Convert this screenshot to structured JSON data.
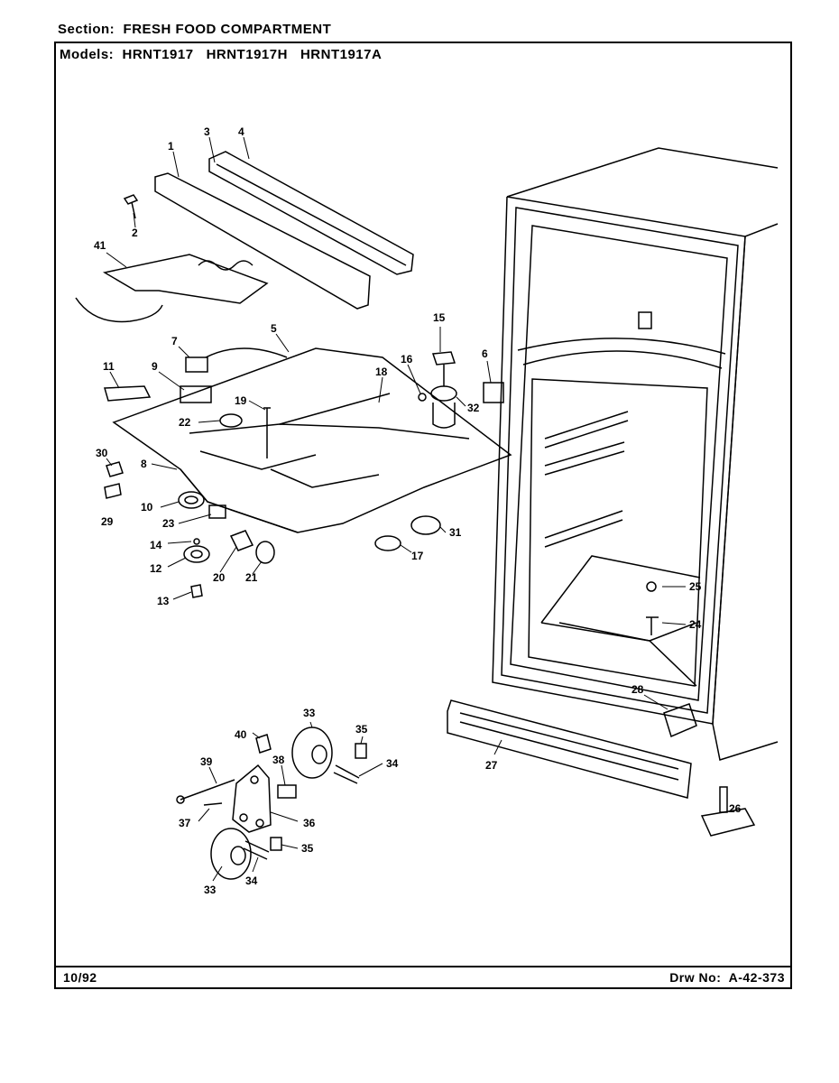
{
  "header": {
    "section_label": "Section:",
    "section_value": "FRESH FOOD COMPARTMENT",
    "models_label": "Models:",
    "models": [
      "HRNT1917",
      "HRNT1917H",
      "HRNT1917A"
    ]
  },
  "footer": {
    "date": "10/92",
    "drawing_label": "Drw No:",
    "drawing_number": "A-42-373"
  },
  "callouts": [
    "1",
    "2",
    "3",
    "4",
    "41",
    "5",
    "7",
    "11",
    "9",
    "19",
    "22",
    "30",
    "8",
    "29",
    "10",
    "23",
    "14",
    "12",
    "13",
    "20",
    "21",
    "15",
    "16",
    "18",
    "6",
    "32",
    "31",
    "17",
    "25",
    "24",
    "28",
    "27",
    "26",
    "40",
    "33",
    "35",
    "39",
    "38",
    "34",
    "37",
    "36",
    "35",
    "33",
    "34"
  ]
}
